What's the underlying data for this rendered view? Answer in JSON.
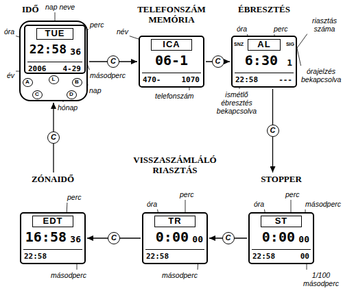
{
  "diagram": {
    "nodes": [
      {
        "text": [
          "IDŐ",
          "TUE",
          "22:58",
          "36",
          "2006",
          "4-29"
        ]
      },
      {
        "text": [
          "A"
        ],
        "in": 0
      },
      {
        "text": [
          "L"
        ],
        "in": 0
      },
      {
        "text": [
          "B"
        ],
        "in": 0
      },
      {
        "text": [
          "C"
        ],
        "in": 0
      },
      {
        "text": [
          "D"
        ],
        "in": 0
      },
      {
        "text": [
          "TELEFONSZÁM MEMÓRIA",
          "ICA",
          "06-1",
          "470-",
          "1070"
        ]
      },
      {
        "text": [
          "ÉBRESZTÉS",
          "SNZ",
          "AL",
          "SIG",
          "6:30",
          "1",
          "22:58",
          "---"
        ]
      },
      {
        "text": [
          "ZÓNAIDŐ",
          "EDT",
          "16:58",
          "36",
          "22:58"
        ]
      },
      {
        "text": [
          "VISSZASZÁMLÁLÓ RIASZTÁS",
          "TR",
          "0:00",
          "00",
          "22:58"
        ]
      },
      {
        "text": [
          "STOPPER",
          "ST",
          "0:00",
          "00",
          "22:58",
          "00"
        ]
      }
    ],
    "edges": [
      {
        "from": 0,
        "to": 6,
        "label": "C",
        "arrow": "to"
      },
      {
        "from": 6,
        "to": 7,
        "label": "C",
        "arrow": "to"
      },
      {
        "from": 7,
        "to": 10,
        "label": "C",
        "arrow": "to"
      },
      {
        "from": 10,
        "to": 9,
        "label": "C",
        "arrow": "to"
      },
      {
        "from": 9,
        "to": 8,
        "label": "C",
        "arrow": "to"
      },
      {
        "from": 8,
        "to": 0,
        "label": "C",
        "arrow": "to"
      }
    ],
    "labels": [
      "óra",
      "nap neve",
      "perc",
      "másodperc",
      "év",
      "hónap",
      "nap",
      "név",
      "telefonszám",
      "óra",
      "perc",
      "riasztás száma",
      "órajelzés bekapcsolva",
      "ismétlő ébresztés bekapcsolva",
      "óra",
      "perc",
      "másodperc",
      "1/100 másodperc",
      "óra",
      "perc",
      "másodperc",
      "perc",
      "másodperc"
    ]
  }
}
